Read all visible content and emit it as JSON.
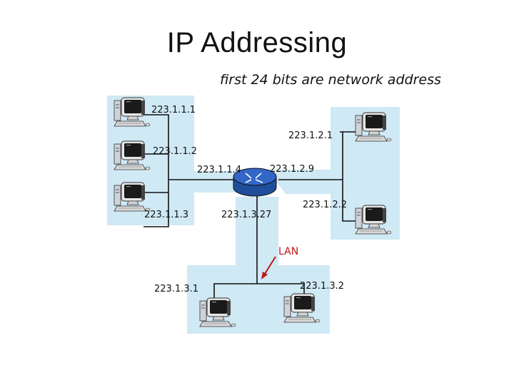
{
  "slide": {
    "title": "IP Addressing",
    "subtitle": "first 24 bits are network address"
  },
  "labels": {
    "host_1_1_1": "223.1.1.1",
    "host_1_1_2": "223.1.1.2",
    "host_1_1_3": "223.1.1.3",
    "router_if_1": "223.1.1.4",
    "router_if_2": "223.1.2.9",
    "router_if_3": "223.1.3.27",
    "host_1_2_1": "223.1.2.1",
    "host_1_2_2": "223.1.2.2",
    "host_1_3_1": "223.1.3.1",
    "host_1_3_2": "223.1.3.2",
    "lan": "LAN"
  },
  "colors": {
    "subnet_fill": "#cfe9f5",
    "router_fill": "#1f4e9c",
    "lan_arrow": "#c0161b",
    "link": "#111111"
  },
  "icons": {
    "host": "desktop-computer-icon",
    "router": "router-icon"
  }
}
